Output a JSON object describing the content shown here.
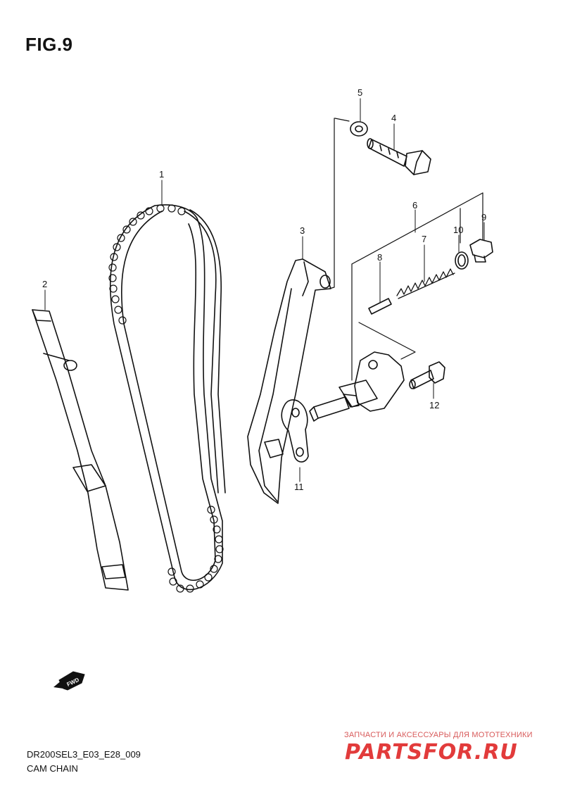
{
  "figure_title": "FIG.9",
  "callouts": [
    "1",
    "2",
    "3",
    "4",
    "5",
    "6",
    "7",
    "8",
    "9",
    "10",
    "11",
    "12"
  ],
  "fwd_badge": "FWD",
  "drawing_code": "DR200SEL3_E03_E28_009",
  "caption": "CAM CHAIN",
  "watermark": {
    "tagline": "ЗАПЧАСТИ И АКСЕССУАРЫ ДЛЯ МОТОТЕХНИКИ",
    "brand": "PARTSFOR.RU",
    "color": "#e23b3b"
  }
}
